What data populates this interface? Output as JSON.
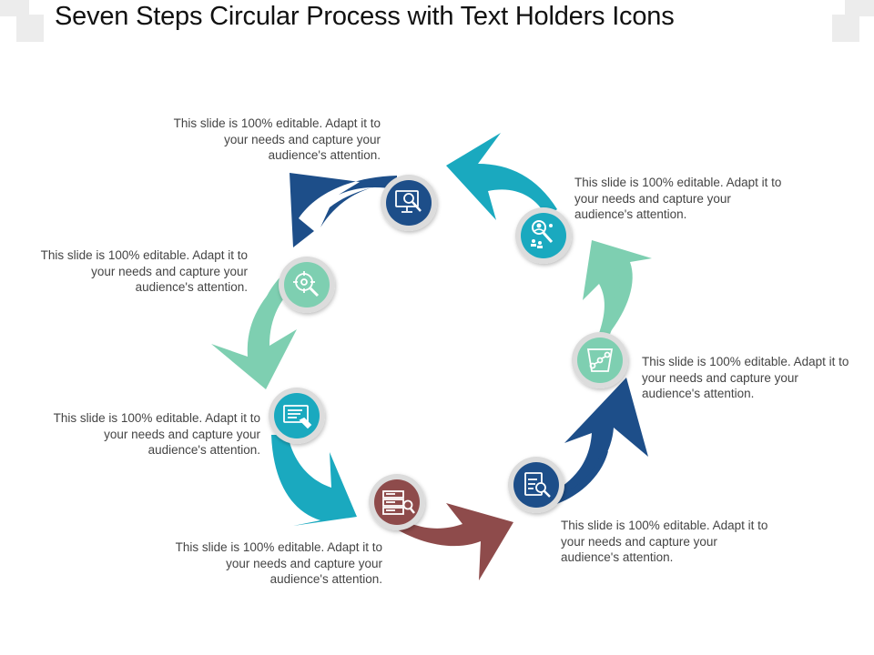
{
  "title": "Seven Steps Circular Process with Text Holders Icons",
  "colors": {
    "dark_blue": "#1d4e89",
    "teal": "#1aa9bf",
    "mint": "#7ecfb1",
    "maroon": "#8e4b4b",
    "gray_ring": "#c9c9c9"
  },
  "steps": [
    {
      "icon": "monitor-search-icon",
      "color": "dark_blue",
      "text": "This slide is 100% editable. Adapt it to your needs and capture your audience's attention."
    },
    {
      "icon": "people-search-icon",
      "color": "teal",
      "text": "This slide is 100% editable. Adapt it to your needs and capture your audience's attention."
    },
    {
      "icon": "route-map-icon",
      "color": "mint",
      "text": "This slide is 100% editable. Adapt it to your needs and capture your audience's attention."
    },
    {
      "icon": "document-search-icon",
      "color": "dark_blue",
      "text": "This slide is 100% editable. Adapt it to your needs and capture your audience's attention."
    },
    {
      "icon": "files-search-icon",
      "color": "maroon",
      "text": "This slide is 100% editable. Adapt it to your needs and capture your audience's attention."
    },
    {
      "icon": "card-pointer-icon",
      "color": "teal",
      "text": "This slide is 100% editable. Adapt it to your needs and capture your audience's attention."
    },
    {
      "icon": "target-search-icon",
      "color": "mint",
      "text": "This slide is 100% editable. Adapt it to your needs and capture your audience's attention."
    }
  ]
}
